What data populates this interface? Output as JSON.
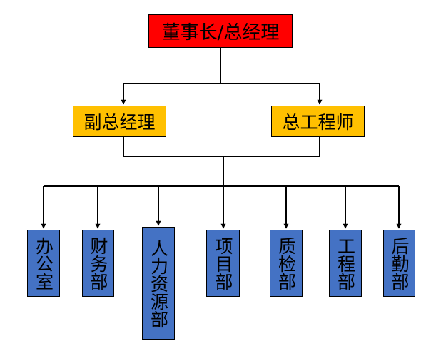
{
  "colors": {
    "top_fill": "#ff0000",
    "mid_fill": "#ffc000",
    "dept_fill": "#4472c4",
    "line": "#000000"
  },
  "chart": {
    "top": {
      "label": "董事长/总经理"
    },
    "second_level": [
      {
        "label": "副总经理"
      },
      {
        "label": "总工程师"
      }
    ],
    "departments": [
      {
        "label": "办公室"
      },
      {
        "label": "财务部"
      },
      {
        "label": "人力资源部"
      },
      {
        "label": "项目部"
      },
      {
        "label": "质检部"
      },
      {
        "label": "工程部"
      },
      {
        "label": "后勤部"
      }
    ]
  }
}
